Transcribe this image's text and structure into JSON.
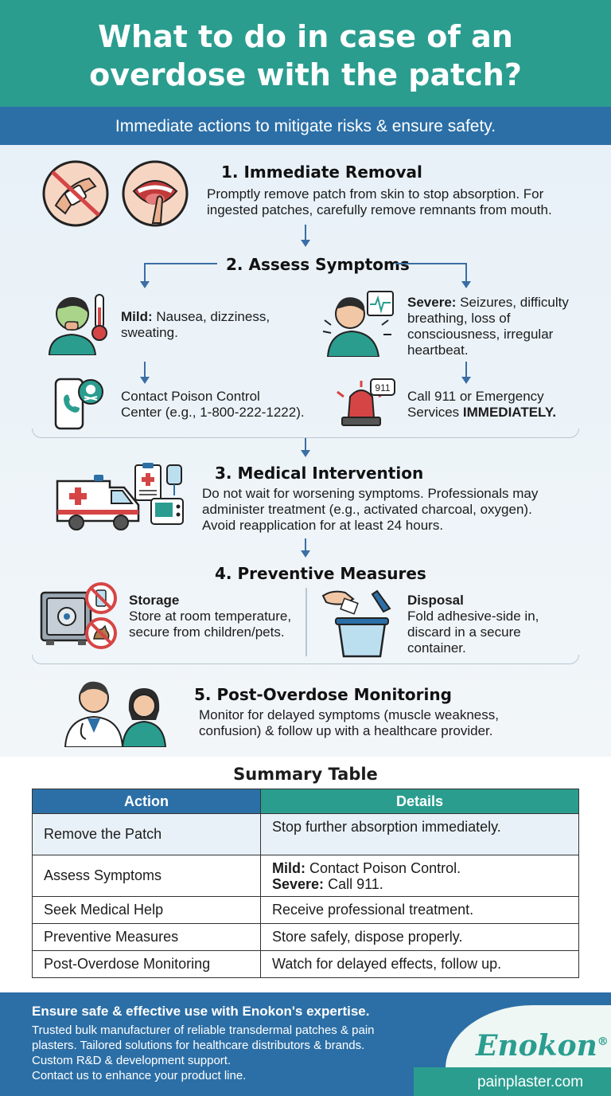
{
  "header": {
    "title_line1": "What to do in case of an",
    "title_line2": "overdose with the patch?",
    "subtitle": "Immediate actions to mitigate risks & ensure safety."
  },
  "colors": {
    "teal": "#2a9d8f",
    "blue": "#2c6fa6",
    "red": "#d64545"
  },
  "steps": {
    "s1": {
      "title": "1. Immediate Removal",
      "line1": "Promptly remove patch from skin to stop absorption. For",
      "line2": "ingested patches, carefully remove remnants from mouth.",
      "icons": [
        "no-patch-icon",
        "mouth-icon"
      ]
    },
    "s2": {
      "title": "2. Assess Symptoms",
      "mild_label": "Mild:",
      "mild_text1": " Nausea, dizziness,",
      "mild_text2": "sweating.",
      "severe_label": "Severe:",
      "severe_text1": " Seizures, difficulty",
      "severe_text2": "breathing, loss of",
      "severe_text3": "consciousness, irregular",
      "severe_text4": "heartbeat.",
      "mild_action1": "Contact Poison Control",
      "mild_action2": "Center (e.g., 1-800-222-1222).",
      "severe_action1": "Call 911 or Emergency",
      "severe_action2": "Services ",
      "severe_action_bold": "IMMEDIATELY.",
      "badge_911": "911",
      "icons": [
        "sick-person-icon",
        "thermometer-icon",
        "distressed-person-icon",
        "heart-monitor-icon",
        "phone-poison-icon",
        "emergency-siren-icon"
      ]
    },
    "s3": {
      "title": "3. Medical Intervention",
      "line1": "Do not wait for worsening symptoms. Professionals may",
      "line2": "administer treatment (e.g., activated charcoal, oxygen).",
      "line3": "Avoid reapplication for at least 24 hours.",
      "icons": [
        "ambulance-icon",
        "medical-chart-icon",
        "iv-drip-icon",
        "monitor-icon"
      ]
    },
    "s4": {
      "title": "4. Preventive Measures",
      "storage_title": "Storage",
      "storage1": "Store at room temperature,",
      "storage2": "secure from children/pets.",
      "disposal_title": "Disposal",
      "disposal1": "Fold adhesive-side in,",
      "disposal2": "discard in a secure",
      "disposal3": "container.",
      "icons": [
        "safe-icon",
        "no-medicine-icon",
        "no-pet-icon",
        "disposal-bin-icon"
      ]
    },
    "s5": {
      "title": "5. Post-Overdose Monitoring",
      "line1": "Monitor for delayed symptoms (muscle weakness,",
      "line2": "confusion) & follow up with a healthcare provider.",
      "icons": [
        "doctor-icon",
        "patient-icon"
      ]
    }
  },
  "summary": {
    "title": "Summary Table",
    "col_action": "Action",
    "col_details": "Details",
    "rows": [
      {
        "action": "Remove the Patch",
        "details": "Stop further absorption immediately."
      },
      {
        "action": "Assess Symptoms",
        "d_mild_label": "Mild:",
        "d_mild": " Contact Poison Control.",
        "d_severe_label": "Severe:",
        "d_severe": " Call 911."
      },
      {
        "action": "Seek Medical Help",
        "details": "Receive professional treatment."
      },
      {
        "action": "Preventive Measures",
        "details": "Store safely, dispose properly."
      },
      {
        "action": "Post-Overdose Monitoring",
        "details": "Watch for delayed effects, follow up."
      }
    ]
  },
  "footer": {
    "heading": "Ensure safe & effective use with Enokon's expertise.",
    "line1": "Trusted bulk manufacturer of reliable transdermal patches & pain",
    "line2": "plasters. Tailored solutions for healthcare distributors & brands.",
    "line3": "Custom R&D & development support.",
    "line4": "Contact us to enhance your product line.",
    "brand": "Enokon",
    "brand_mark": "®",
    "site": "painplaster.com"
  }
}
